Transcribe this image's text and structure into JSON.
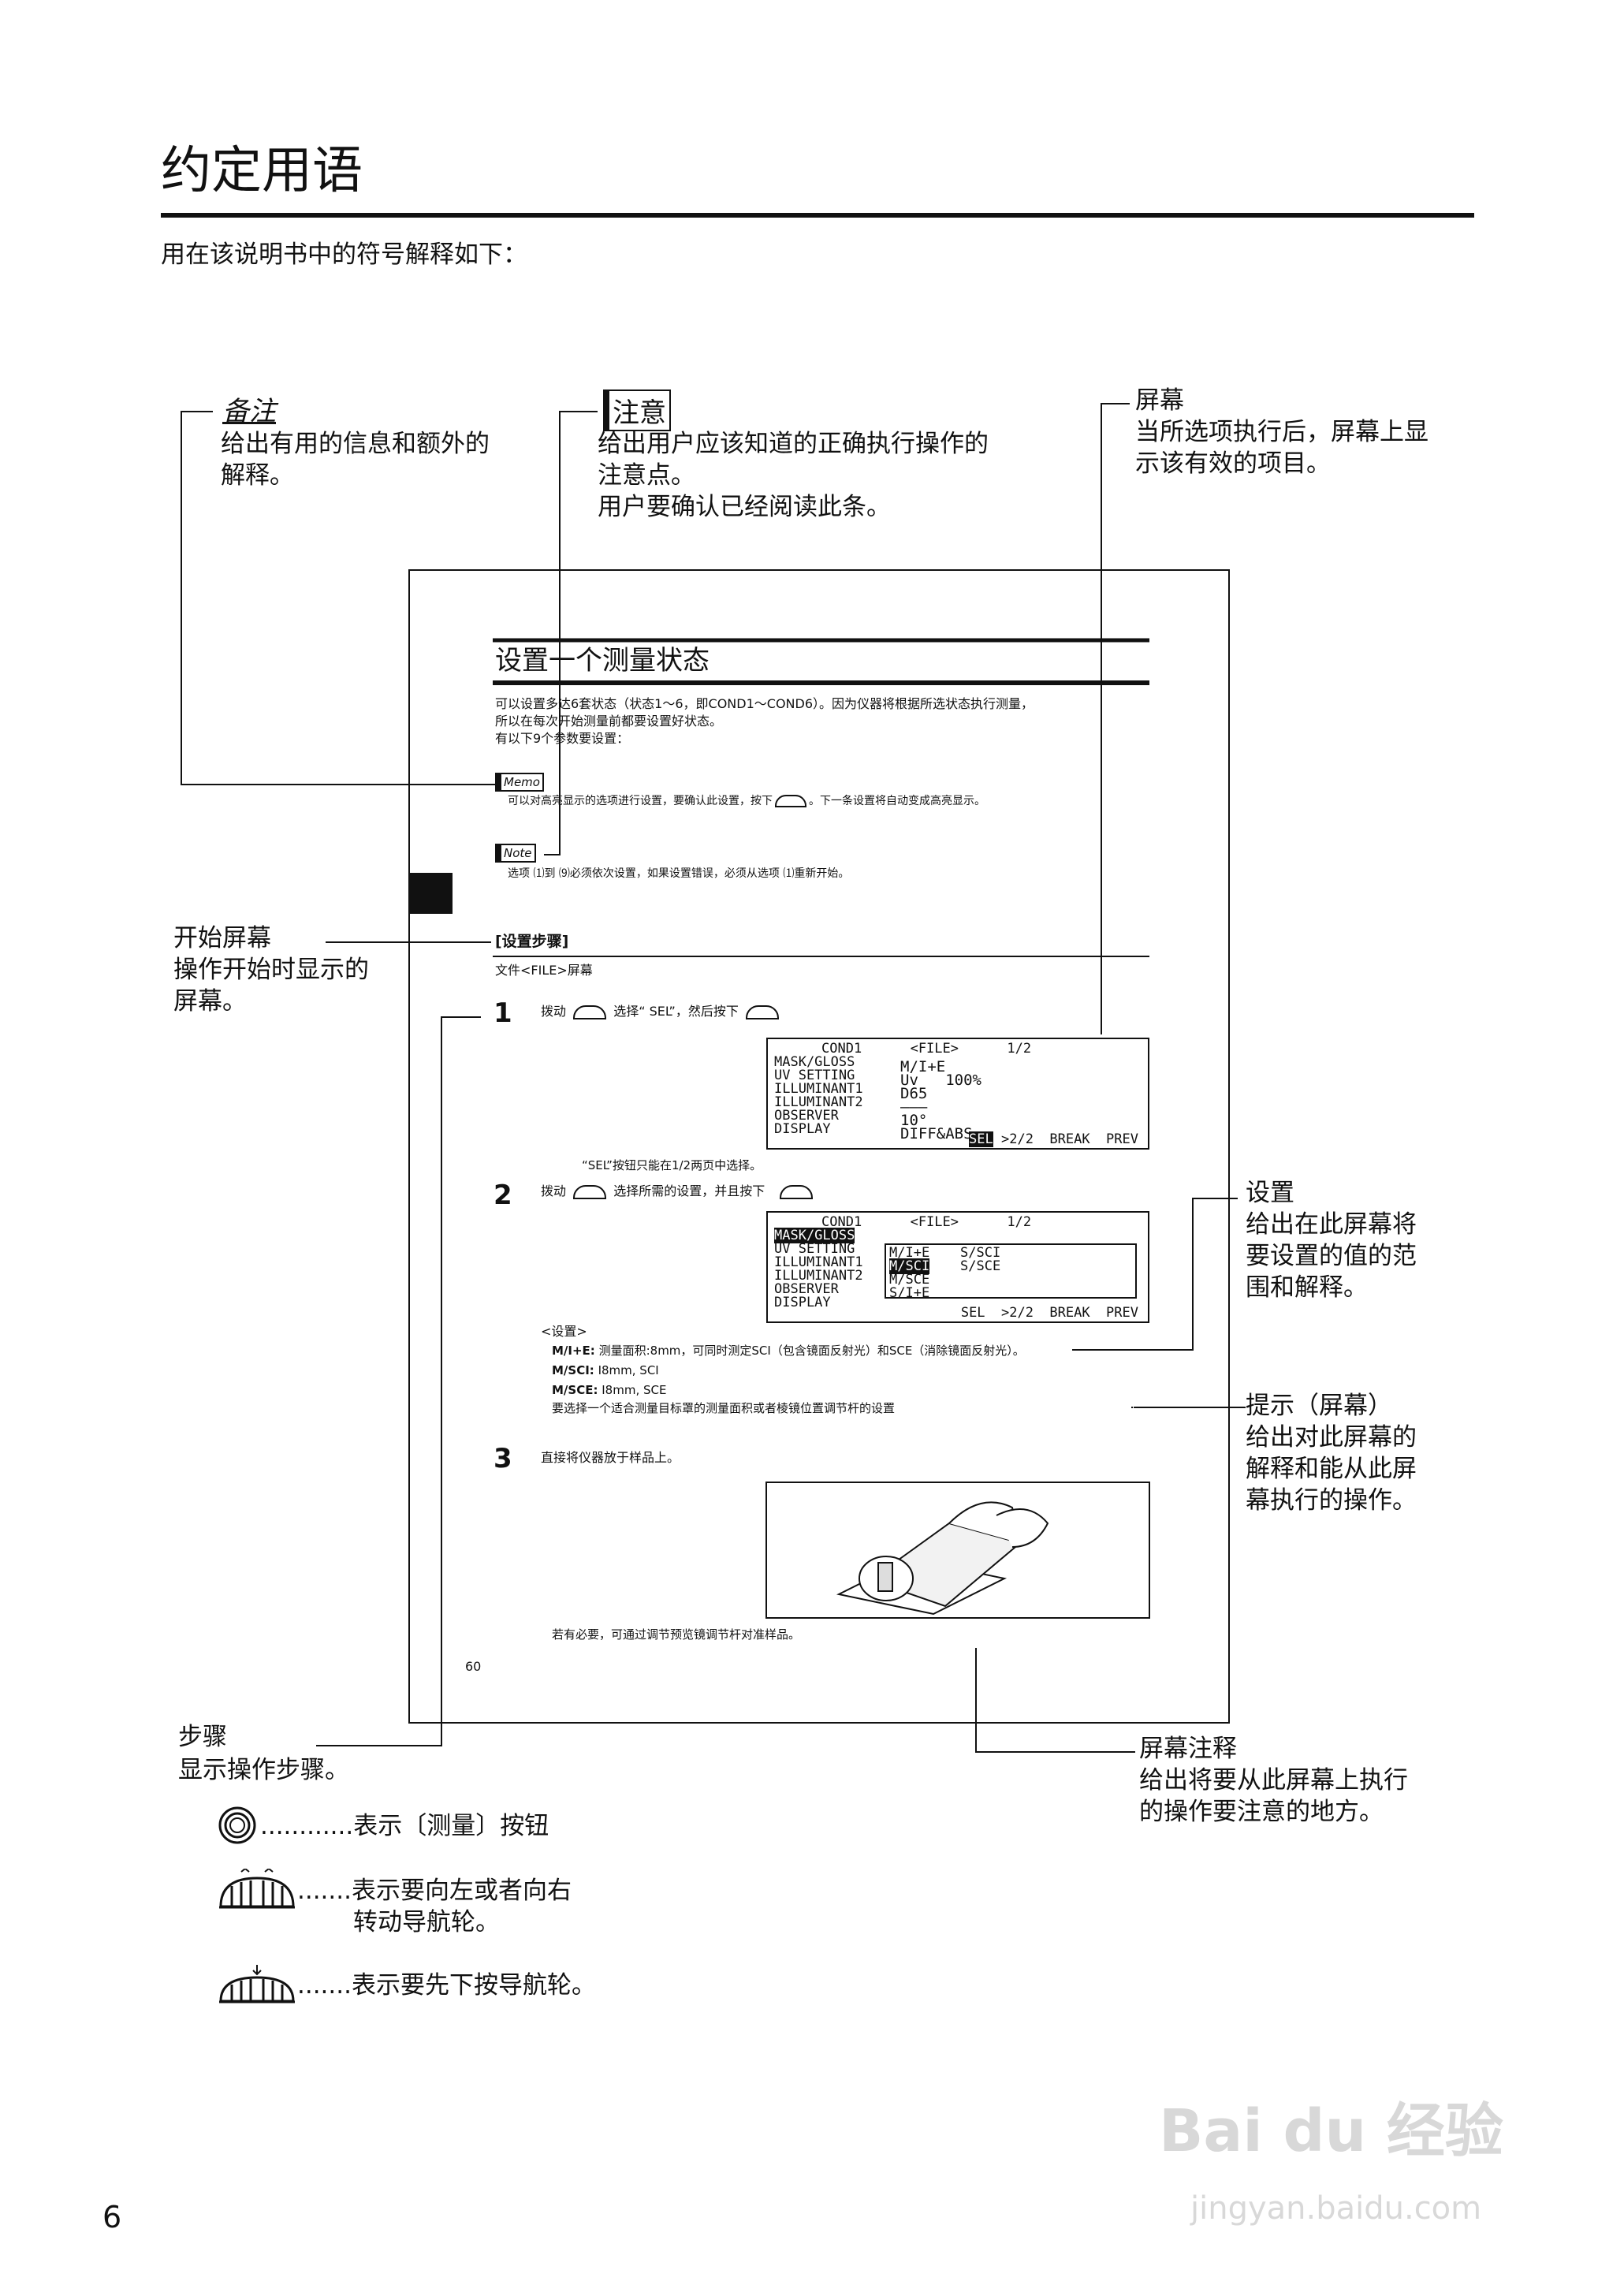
{
  "page": {
    "title": "约定用语",
    "intro": "用在该说明书中的符号解释如下：",
    "page_number": "6"
  },
  "callouts": {
    "memo": {
      "badge": "备注",
      "desc_lines": [
        "给出有用的信息和额外的",
        "解释。"
      ]
    },
    "note": {
      "badge": "注意",
      "desc_lines": [
        "给出用户应该知道的正确执行操作的",
        "注意点。",
        "用户要确认已经阅读此条。"
      ]
    },
    "screen": {
      "title": "屏幕",
      "desc_lines": [
        "当所选项执行后，屏幕上显",
        "示该有效的项目。"
      ]
    },
    "start_screen": {
      "title": "开始屏幕",
      "desc_lines": [
        "操作开始时显示的",
        "屏幕。"
      ]
    },
    "setting": {
      "title": "设置",
      "desc_lines": [
        "给出在此屏幕将",
        "要设置的值的范",
        "围和解释。"
      ]
    },
    "hint": {
      "title": "提示（屏幕）",
      "desc_lines": [
        "给出对此屏幕的",
        "解释和能从此屏",
        "幕执行的操作。"
      ]
    },
    "step": {
      "title": "步骤",
      "desc": "显示操作步骤。"
    },
    "screen_note": {
      "title": "屏幕注释",
      "desc_lines": [
        "给出将要从此屏幕上执行",
        "的操作要注意的地方。"
      ]
    }
  },
  "legend": {
    "measure": "............表示〔测量〕按钮",
    "rotate_lines": [
      ".......表示要向左或者向右",
      "转动导航轮。"
    ],
    "press": ".......表示要先下按导航轮。"
  },
  "sample": {
    "heading": "设置一个测量状态",
    "intro_lines": [
      "可以设置多达6套状态（状态1～6，即COND1～COND6）。因为仪器将根据所选状态执行测量，",
      "所以在每次开始测量前都要设置好状态。",
      "有以下9个参数要设置："
    ],
    "memo_badge": "Memo",
    "memo_text": "可以对高亮显示的选项进行设置，要确认此设置，按下",
    "memo_text2": "。下一条设置将自动变成高亮显示。",
    "note_badge": "Note",
    "note_text": "选项 ⑴到 ⑼必须依次设置，如果设置错误，必须从选项 ⑴重新开始。",
    "procedure_label": "[设置步骤]",
    "start_screen": "文件<FILE>屏幕",
    "step1_num": "1",
    "step1_a": "拨动",
    "step1_b": "选择“ SEL”，然后按下",
    "step1_note": "“SEL”按钮只能在1/2两页中选择。",
    "step2_num": "2",
    "step2_a": "拨动",
    "step2_b": "选择所需的设置，并且按下",
    "settings_title": "<设置>",
    "settings": [
      {
        "key": "M/I+E:",
        "val": "测量面积:8mm，可同时测定SCI（包含镜面反射光）和SCE（消除镜面反射光）。"
      },
      {
        "key": "M/SCI:",
        "val": "Ι8mm, SCI"
      },
      {
        "key": "M/SCE:",
        "val": "Ι8mm, SCE"
      }
    ],
    "settings_hint": "要选择一个适合测量目标罩的测量面积或者棱镜位置调节杆的设置",
    "step3_num": "3",
    "step3_text": "直接将仪器放于样品上。",
    "step3_note": "若有必要，可通过调节预览镜调节杆对准样品。",
    "page_num": "60"
  },
  "lcd1": {
    "header": "COND1      <FILE>      1/2",
    "rows": [
      [
        "MASK/GLOSS",
        "M/I+E"
      ],
      [
        "UV SETTING",
        "Uv   100%"
      ],
      [
        "ILLUMINANT1",
        "D65"
      ],
      [
        "ILLUMINANT2",
        "———"
      ],
      [
        "OBSERVER",
        "10°"
      ],
      [
        "DISPLAY",
        "DIFF&ABS"
      ]
    ],
    "footer_sel": "SEL",
    "footer_rest": " >2/2  BREAK  PREV"
  },
  "lcd2": {
    "header": "COND1      <FILE>      1/2",
    "rows": [
      "MASK/GLOSS",
      "UV SETTING",
      "ILLUMINANT1",
      "ILLUMINANT2",
      "OBSERVER",
      "DISPLAY"
    ],
    "options": [
      [
        "M/I+E",
        "S/SCI"
      ],
      [
        "M/SCI",
        "S/SCE"
      ],
      [
        "M/SCE",
        ""
      ],
      [
        "S/I+E",
        ""
      ]
    ],
    "footer": "SEL  >2/2  BREAK  PREV"
  },
  "watermark": {
    "brand": "Bai du 经验",
    "url": "jingyan.baidu.com"
  },
  "colors": {
    "ink": "#111111",
    "watermark": "#d8d8d8"
  }
}
